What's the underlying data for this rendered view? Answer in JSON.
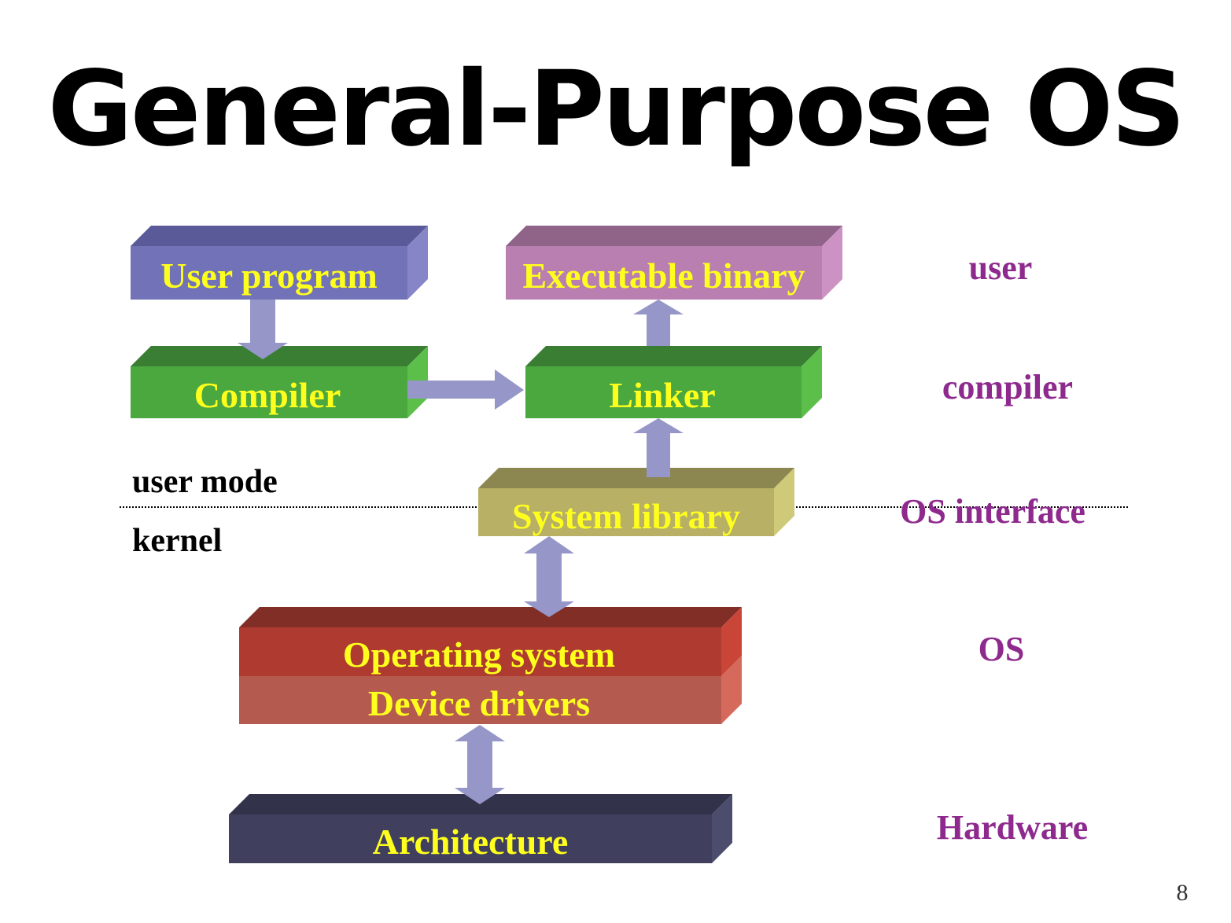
{
  "slide": {
    "title": "General-Purpose OS",
    "page_number": "8"
  },
  "boxes": {
    "user_program": {
      "label": "User program",
      "colors": {
        "front": "#7272b8",
        "top": "#5a5a98",
        "side": "#8585c8"
      }
    },
    "executable_binary": {
      "label": "Executable binary",
      "colors": {
        "front": "#b87fb0",
        "top": "#8f6488",
        "side": "#cc92c4"
      }
    },
    "compiler": {
      "label": "Compiler",
      "colors": {
        "front": "#4aa83e",
        "top": "#3a7e34",
        "side": "#5cbf4a"
      }
    },
    "linker": {
      "label": "Linker",
      "colors": {
        "front": "#4aa83e",
        "top": "#3a7e34",
        "side": "#5cbf4a"
      }
    },
    "system_library": {
      "label": "System library",
      "colors": {
        "front": "#b7b065",
        "top": "#8c8650",
        "side": "#cfc97a"
      }
    },
    "operating_system": {
      "label": "Operating system",
      "colors": {
        "front": "#ae3a30",
        "top": "#812e27",
        "side": "#c94538"
      }
    },
    "device_drivers": {
      "label": "Device drivers",
      "colors": {
        "front": "#b55a4e",
        "top": "#812e27",
        "side": "#d4695c"
      }
    },
    "architecture": {
      "label": "Architecture",
      "colors": {
        "front": "#40405e",
        "top": "#32324a",
        "side": "#4c4c6c"
      }
    }
  },
  "mode_labels": {
    "user_mode": "user mode",
    "kernel": "kernel"
  },
  "layer_labels": {
    "user": "user",
    "compiler": "compiler",
    "os_interface": "OS interface",
    "os": "OS",
    "hardware": "Hardware"
  },
  "colors": {
    "box_text": "#ffff1e",
    "layer_text": "#8e2a8e",
    "arrow": "#9696c8",
    "divider": "#000000"
  },
  "arrows": [
    {
      "from": "User program",
      "to": "Compiler",
      "direction": "one-way"
    },
    {
      "from": "Compiler",
      "to": "Linker",
      "direction": "one-way"
    },
    {
      "from": "System library",
      "to": "Linker",
      "direction": "one-way"
    },
    {
      "from": "Linker",
      "to": "Executable binary",
      "direction": "one-way"
    },
    {
      "from": "System library",
      "to": "Operating system",
      "direction": "two-way"
    },
    {
      "from": "Device drivers",
      "to": "Architecture",
      "direction": "two-way"
    }
  ]
}
